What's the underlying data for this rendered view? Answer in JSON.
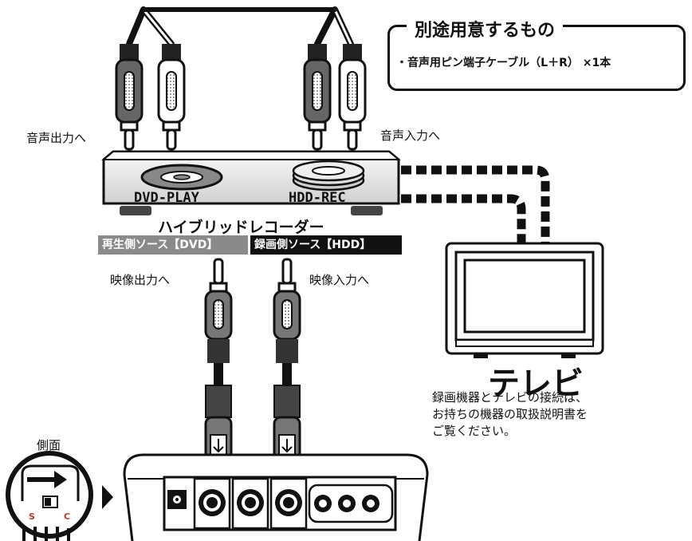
{
  "prepare": {
    "title": "別途用意するもの",
    "item": "・音声用ピン端子ケーブル（L＋R）  ×1本"
  },
  "labels": {
    "audio_out": "音声出力へ",
    "audio_in": "音声入力へ",
    "video_out": "映像出力へ",
    "video_in": "映像入力へ",
    "side": "側面"
  },
  "recorder": {
    "name": "ハイブリッドレコーダー",
    "dvd_label": "DVD-PLAY",
    "hdd_label": "HDD-REC",
    "source_dvd": "再生側ソース【DVD】",
    "source_hdd": "録画側ソース【HDD】"
  },
  "tv": {
    "name": "テレビ",
    "note_lines": [
      "録画機器とテレビの接続は、",
      "お持ちの機器の取扱説明書を",
      "ご覧ください。"
    ]
  },
  "switch": {
    "left": "S",
    "right": "C"
  }
}
